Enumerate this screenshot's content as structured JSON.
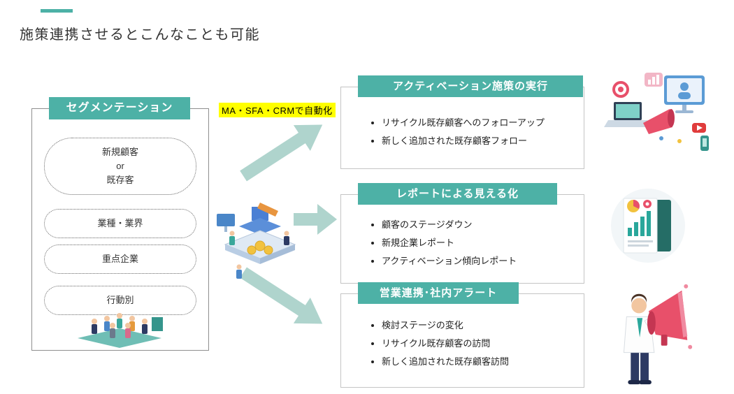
{
  "colors": {
    "accent_teal": "#4db1a6",
    "arrow_teal": "#afd4cd",
    "highlight_yellow": "#ffff00"
  },
  "title": {
    "text": "施策連携させるとこんなことも可能"
  },
  "segmentation": {
    "title": "セグメンテーション",
    "items": [
      {
        "lines": [
          "新規顧客",
          "or",
          "既存客"
        ]
      },
      {
        "lines": [
          "業種・業界"
        ]
      },
      {
        "lines": [
          "重点企業"
        ]
      },
      {
        "lines": [
          "行動別"
        ]
      }
    ],
    "illustration": "customer-group-illustration"
  },
  "automation_label": "MA・SFA・CRMで自動化",
  "center_illustration": "automation-factory-illustration",
  "arrows": [
    "flow-arrow-top",
    "flow-arrow-middle",
    "flow-arrow-bottom"
  ],
  "outcomes": [
    {
      "title": "アクティベーション施策の実行",
      "bullets": [
        "リサイクル既存顧客へのフォローアップ",
        "新しく追加された既存顧客フォロー"
      ],
      "illustration": "marketing-devices-megaphone-illustration"
    },
    {
      "title": "レポートによる見える化",
      "bullets": [
        "顧客のステージダウン",
        "新規企業レポート",
        "アクティベーション傾向レポート"
      ],
      "illustration": "report-charts-illustration"
    },
    {
      "title": "営業連携･社内アラート",
      "bullets": [
        "検討ステージの変化",
        "リサイクル既存顧客の訪問",
        "新しく追加された既存顧客訪問"
      ],
      "illustration": "sales-megaphone-man-illustration"
    }
  ]
}
